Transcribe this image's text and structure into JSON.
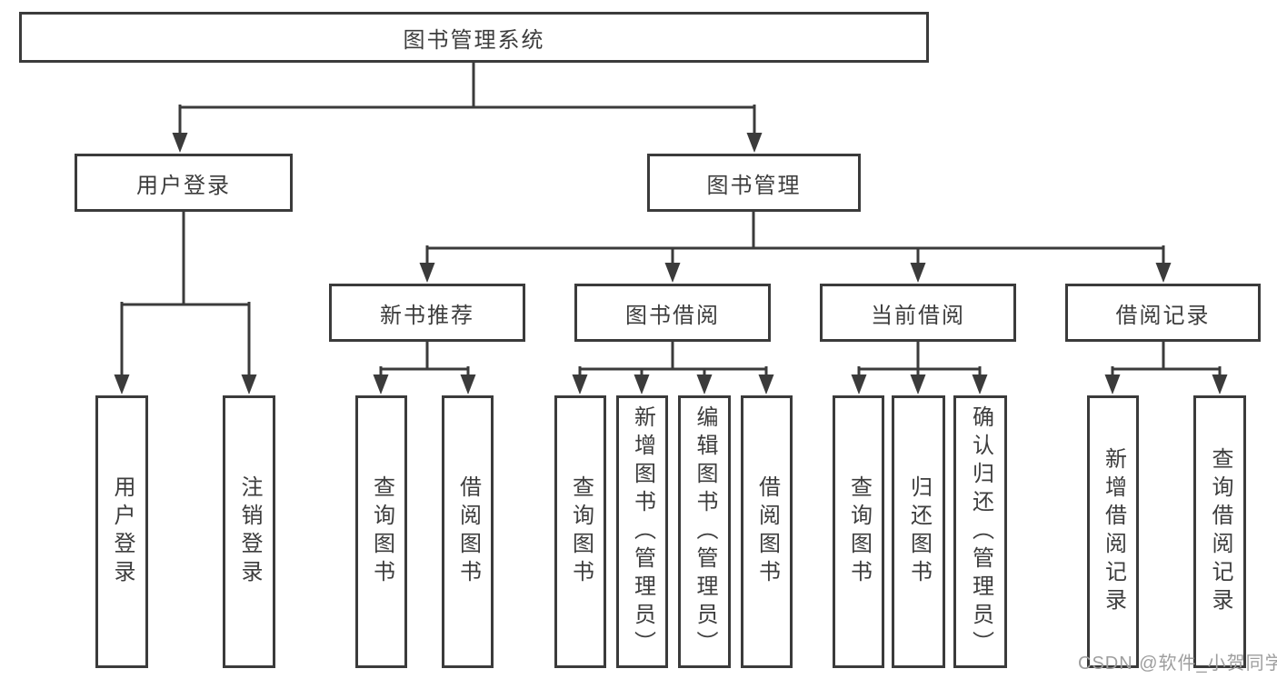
{
  "diagram": {
    "type": "hierarchy-structure-chart",
    "root": {
      "label": "图书管理系统"
    },
    "level1": {
      "user_login": {
        "label": "用户登录"
      },
      "book_mgmt": {
        "label": "图书管理"
      }
    },
    "level2": {
      "new_book": {
        "label": "新书推荐"
      },
      "book_borrow": {
        "label": "图书借阅"
      },
      "current_borrow": {
        "label": "当前借阅"
      },
      "borrow_record": {
        "label": "借阅记录"
      }
    },
    "leaves": {
      "user_login": {
        "label": "用户登录"
      },
      "logout": {
        "label": "注销登录"
      },
      "query_book_recommend": {
        "label": "查询图书"
      },
      "borrow_book_recommend": {
        "label": "借阅图书"
      },
      "query_book_borrow": {
        "label": "查询图书"
      },
      "add_book_admin": {
        "label": "新增图书（管理员）"
      },
      "edit_book_admin": {
        "label": "编辑图书（管理员）"
      },
      "borrow_book_borrow": {
        "label": "借阅图书"
      },
      "query_book_current": {
        "label": "查询图书"
      },
      "return_book": {
        "label": "归还图书"
      },
      "confirm_return_admin": {
        "label": "确认归还（管理员）"
      },
      "add_borrow_record": {
        "label": "新增借阅记录"
      },
      "query_borrow_record": {
        "label": "查询借阅记录"
      }
    },
    "hierarchy": {
      "图书管理系统": {
        "用户登录": [
          "用户登录",
          "注销登录"
        ],
        "图书管理": {
          "新书推荐": [
            "查询图书",
            "借阅图书"
          ],
          "图书借阅": [
            "查询图书",
            "新增图书（管理员）",
            "编辑图书（管理员）",
            "借阅图书"
          ],
          "当前借阅": [
            "查询图书",
            "归还图书",
            "确认归还（管理员）"
          ],
          "借阅记录": [
            "新增借阅记录",
            "查询借阅记录"
          ]
        }
      }
    },
    "colors": {
      "line": "#3b3b3b",
      "text": "#3d3d3d",
      "node_background": "#ffffff",
      "page_background": "#ffffff"
    }
  },
  "watermark": {
    "text": "CSDN @软件_小贺同学",
    "color": "#9e9e9e"
  }
}
